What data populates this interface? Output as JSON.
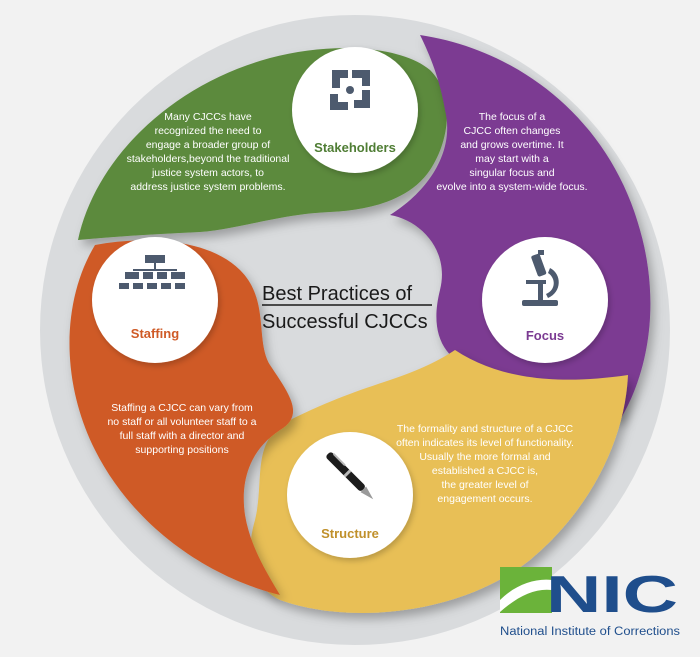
{
  "diagram": {
    "title_line1": "Best Practices of",
    "title_line2": "Successful CJCCs",
    "segments": [
      {
        "key": "stakeholders",
        "label": "Stakeholders",
        "color": "#5b8a3c",
        "icon": "hands-circle-icon",
        "text": [
          "Many CJCCs have",
          "recognized the need to",
          "engage a broader group of",
          "stakeholders,beyond the traditional",
          "justice system actors, to",
          "address justice system problems."
        ]
      },
      {
        "key": "focus",
        "label": "Focus",
        "color": "#7b3a92",
        "icon": "microscope-icon",
        "text": [
          "The focus of a",
          "CJCC often changes",
          "and grows overtime. It",
          "may start with a",
          "singular focus and",
          "evolve into a system-wide focus."
        ]
      },
      {
        "key": "structure",
        "label": "Structure",
        "color": "#e8bf57",
        "icon": "pen-icon",
        "text": [
          "The formality and structure of a CJCC",
          "often indicates its level of functionality.",
          "Usually the more formal and",
          "established a CJCC is,",
          "the greater level of",
          "engagement occurs."
        ]
      },
      {
        "key": "staffing",
        "label": "Staffing",
        "color": "#cf5a26",
        "icon": "org-chart-icon",
        "text": [
          "Staffing a CJCC can vary from",
          "no staff or all volunteer staff to a",
          "full staff with a director and",
          "supporting positions"
        ]
      }
    ]
  },
  "logo": {
    "abbrev": "NIC",
    "name": "National Institute of Corrections",
    "color_blue": "#1f4e8c",
    "color_green": "#6bb33a"
  },
  "colors": {
    "icon_fill": "#4d5a6e",
    "label_green": "#4f7d34",
    "label_purple": "#7b3a92",
    "label_orange": "#cf5a26",
    "label_yellow": "#c0902a"
  }
}
